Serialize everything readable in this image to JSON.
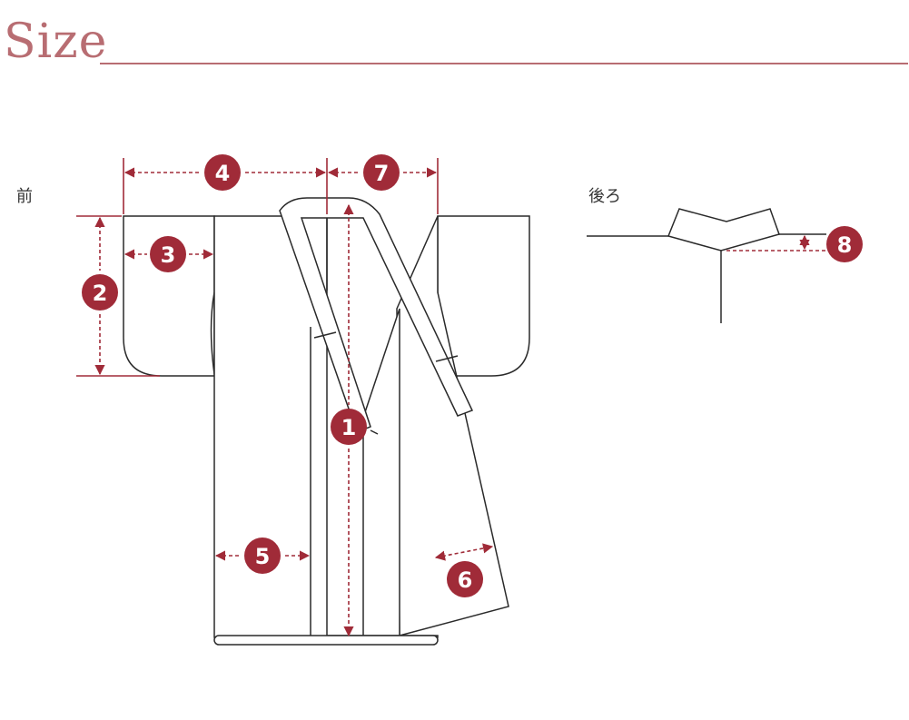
{
  "header": {
    "title": "Size"
  },
  "views": {
    "front_label": "前",
    "back_label": "後ろ"
  },
  "measurements": [
    "1",
    "2",
    "3",
    "4",
    "5",
    "6",
    "7",
    "8"
  ],
  "colors": {
    "accent": "#a02b38",
    "title": "#b86d72",
    "outline": "#2a2a2a"
  }
}
